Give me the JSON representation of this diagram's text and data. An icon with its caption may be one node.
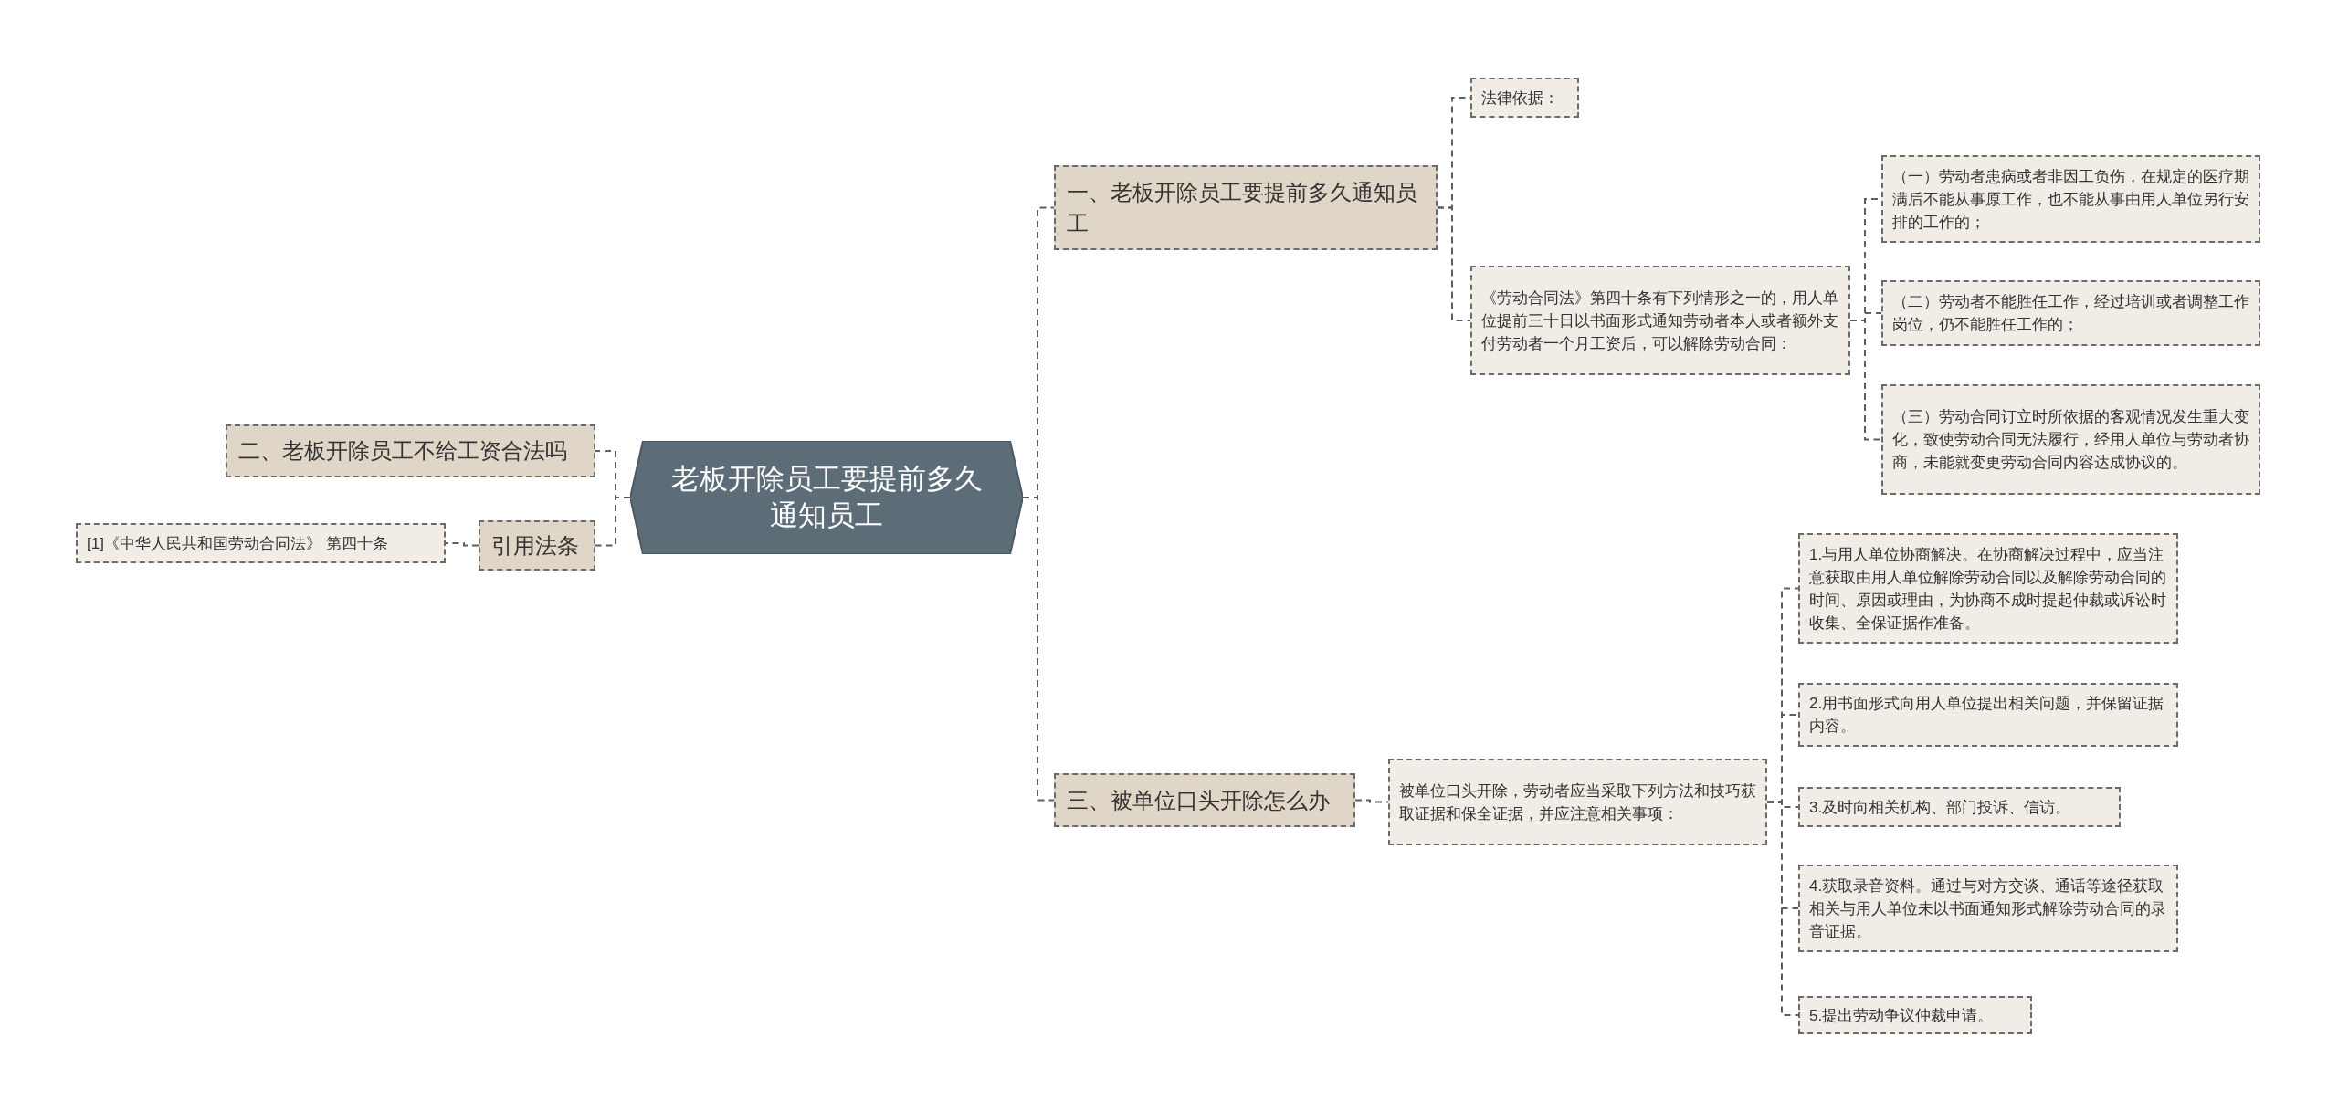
{
  "diagram": {
    "nodes": [
      {
        "text": [
          "老板开除员工要提前多久通知员工"
        ]
      },
      {
        "text": [
          "一、老板开除员工要提前多久通知员工"
        ]
      },
      {
        "text": [
          "法律依据："
        ]
      },
      {
        "text": [
          "《劳动合同法》第四十条有下列情形之一的，用人单位提前三十日以书面形式通知劳动者本人或者额外支付劳动者一个月工资后，可以解除劳动合同："
        ]
      },
      {
        "text": [
          "（一）劳动者患病或者非因工负伤，在规定的医疗期满后不能从事原工作，也不能从事由用人单位另行安排的工作的；"
        ]
      },
      {
        "text": [
          "（二）劳动者不能胜任工作，经过培训或者调整工作岗位，仍不能胜任工作的；"
        ]
      },
      {
        "text": [
          "（三）劳动合同订立时所依据的客观情况发生重大变化，致使劳动合同无法履行，经用人单位与劳动者协商，未能就变更劳动合同内容达成协议的。"
        ]
      },
      {
        "text": [
          "三、被单位口头开除怎么办"
        ]
      },
      {
        "text": [
          "被单位口头开除，劳动者应当采取下列方法和技巧获取证据和保全证据，并应注意相关事项："
        ]
      },
      {
        "text": [
          "1.与用人单位协商解决。在协商解决过程中，应当注意获取由用人单位解除劳动合同以及解除劳动合同的时间、原因或理由，为协商不成时提起仲裁或诉讼时收集、全保证据作准备。"
        ]
      },
      {
        "text": [
          "2.用书面形式向用人单位提出相关问题，并保留证据内容。"
        ]
      },
      {
        "text": [
          "3.及时向相关机构、部门投诉、信访。"
        ]
      },
      {
        "text": [
          "4.获取录音资料。通过与对方交谈、通话等途径获取相关与用人单位未以书面通知形式解除劳动合同的录音证据。"
        ]
      },
      {
        "text": [
          "5.提出劳动争议仲裁申请。"
        ]
      },
      {
        "text": [
          "二、老板开除员工不给工资合法吗"
        ]
      },
      {
        "text": [
          "引用法条"
        ]
      },
      {
        "text": [
          "[1]《中华人民共和国劳动合同法》 第四十条"
        ]
      }
    ],
    "edges": [
      {
        "from": 0,
        "to": 1,
        "arrow": "none"
      },
      {
        "from": 0,
        "to": 7,
        "arrow": "none"
      },
      {
        "from": 0,
        "to": 14,
        "arrow": "none"
      },
      {
        "from": 0,
        "to": 15,
        "arrow": "none"
      },
      {
        "from": 1,
        "to": 2,
        "arrow": "none"
      },
      {
        "from": 1,
        "to": 3,
        "arrow": "none"
      },
      {
        "from": 3,
        "to": 4,
        "arrow": "none"
      },
      {
        "from": 3,
        "to": 5,
        "arrow": "none"
      },
      {
        "from": 3,
        "to": 6,
        "arrow": "none"
      },
      {
        "from": 7,
        "to": 8,
        "arrow": "none"
      },
      {
        "from": 8,
        "to": 9,
        "arrow": "none"
      },
      {
        "from": 8,
        "to": 10,
        "arrow": "none"
      },
      {
        "from": 8,
        "to": 11,
        "arrow": "none"
      },
      {
        "from": 8,
        "to": 12,
        "arrow": "none"
      },
      {
        "from": 8,
        "to": 13,
        "arrow": "none"
      },
      {
        "from": 15,
        "to": 16,
        "arrow": "none"
      }
    ]
  }
}
